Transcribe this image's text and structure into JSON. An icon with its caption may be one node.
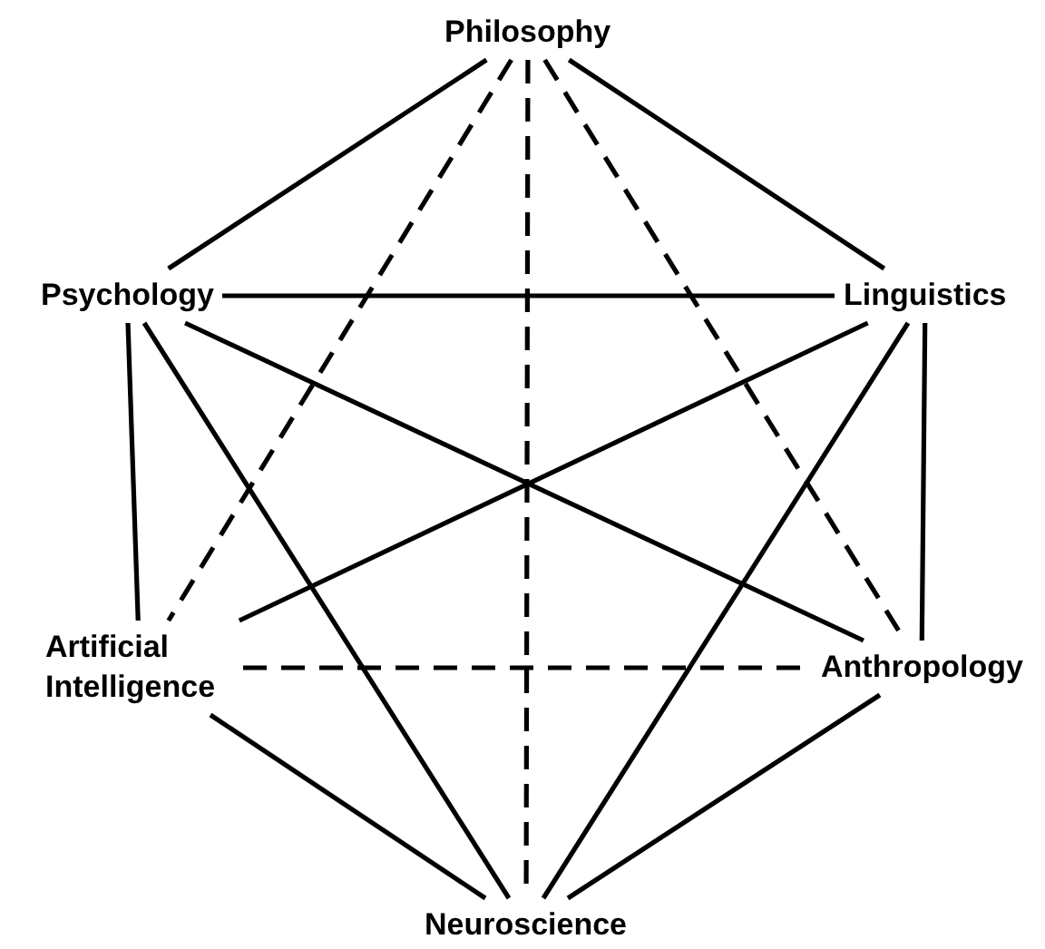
{
  "diagram": {
    "nodes": [
      {
        "text": [
          "Philosophy"
        ]
      },
      {
        "text": [
          "Psychology"
        ]
      },
      {
        "text": [
          "Linguistics"
        ]
      },
      {
        "text": [
          "Artificial Intelligence"
        ]
      },
      {
        "text": [
          "Anthropology"
        ]
      },
      {
        "text": [
          "Neuroscience"
        ]
      }
    ],
    "edges": [
      {
        "from": 0,
        "to": 1,
        "arrow": "none"
      },
      {
        "from": 0,
        "to": 2,
        "arrow": "none"
      },
      {
        "from": 0,
        "to": 3,
        "arrow": "none",
        "style": "dashed"
      },
      {
        "from": 0,
        "to": 4,
        "arrow": "none",
        "style": "dashed"
      },
      {
        "from": 0,
        "to": 5,
        "arrow": "none",
        "style": "dashed"
      },
      {
        "from": 1,
        "to": 2,
        "arrow": "none"
      },
      {
        "from": 1,
        "to": 3,
        "arrow": "none"
      },
      {
        "from": 1,
        "to": 4,
        "arrow": "none"
      },
      {
        "from": 1,
        "to": 5,
        "arrow": "none"
      },
      {
        "from": 2,
        "to": 3,
        "arrow": "none"
      },
      {
        "from": 2,
        "to": 4,
        "arrow": "none"
      },
      {
        "from": 2,
        "to": 5,
        "arrow": "none"
      },
      {
        "from": 3,
        "to": 4,
        "arrow": "none",
        "style": "dashed"
      },
      {
        "from": 3,
        "to": 5,
        "arrow": "none"
      },
      {
        "from": 4,
        "to": 5,
        "arrow": "none"
      }
    ]
  }
}
